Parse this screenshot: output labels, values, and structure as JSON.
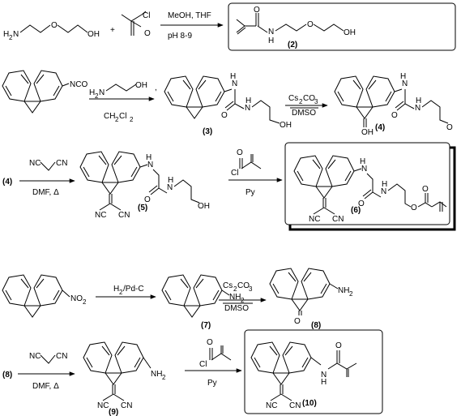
{
  "reactions": [
    {
      "name": "reaction-1",
      "reagent_1_parts": [
        "H",
        "2",
        "N",
        "O",
        "OH"
      ],
      "reagent_2_parts": [
        "Cl",
        "O"
      ],
      "plus": "+",
      "conditions": [
        "MeOH, THF",
        "pH 8-9"
      ],
      "product_parts": [
        "O",
        "N",
        "H",
        "O",
        "OH"
      ],
      "product_label": "(2)"
    },
    {
      "name": "reaction-2",
      "reagent_parts": [
        "NCO"
      ],
      "conditions": [
        "H",
        "2",
        "N",
        "OH",
        "CH",
        "2",
        "Cl",
        "2"
      ],
      "comma": ",",
      "product_parts": [
        "N",
        "H",
        "O",
        "N",
        "H",
        "OH"
      ],
      "product_label": "(3)"
    },
    {
      "name": "reaction-3",
      "conditions": [
        "Cs",
        "2",
        "CO",
        "3",
        "DMSO"
      ],
      "product_parts": [
        "N",
        "H",
        "O",
        "N",
        "H",
        "O",
        "OH"
      ],
      "product_label": "(4)"
    },
    {
      "name": "reaction-4",
      "start_label": "(4)",
      "conditions": [
        "NC",
        "CN",
        "DMF, Δ"
      ],
      "product_parts": [
        "N",
        "H",
        "O",
        "N",
        "H",
        "OH",
        "NC",
        "CN"
      ],
      "product_label": "(5)"
    },
    {
      "name": "reaction-5",
      "conditions": [
        "O",
        "Cl",
        "Py"
      ],
      "product_parts": [
        "N",
        "H",
        "O",
        "N",
        "H",
        "O",
        "O",
        "NC",
        "CN"
      ],
      "product_label": "(6)"
    },
    {
      "name": "reaction-6",
      "reagent_parts": [
        "NO",
        "2"
      ],
      "conditions": [
        "H",
        "2",
        "/Pd-C"
      ],
      "product_parts": [
        "NH",
        "2"
      ],
      "product_label": "(7)"
    },
    {
      "name": "reaction-7",
      "conditions": [
        "Cs",
        "2",
        "CO",
        "3",
        "DMSO"
      ],
      "product_parts": [
        "O",
        "NH",
        "2"
      ],
      "product_label": "(8)"
    },
    {
      "name": "reaction-8",
      "start_label": "(8)",
      "conditions": [
        "NC",
        "CN",
        "DMF, Δ"
      ],
      "product_parts": [
        "NH",
        "2",
        "NC",
        "CN"
      ],
      "product_label": "(9)"
    },
    {
      "name": "reaction-9",
      "conditions": [
        "O",
        "Cl",
        "Py"
      ],
      "product_parts": [
        "O",
        "N",
        "H",
        "NC",
        "CN"
      ],
      "product_label": "(10)"
    }
  ]
}
